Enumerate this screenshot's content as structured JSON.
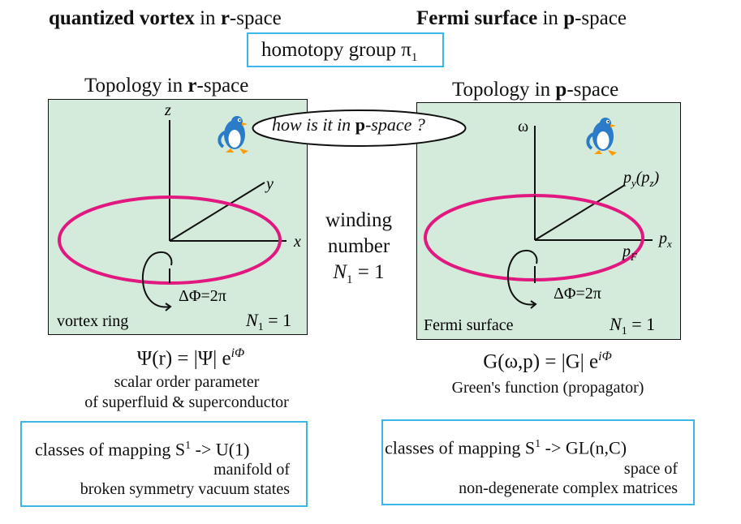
{
  "header": {
    "left_bold": "quantized vortex",
    "left_middle": " in  ",
    "left_r": "r",
    "left_suffix": "-space",
    "right_bold": "Fermi surface",
    "right_middle": " in ",
    "right_p": "p",
    "right_suffix": "-space"
  },
  "center": {
    "homotopy_text": "homotopy group π",
    "homotopy_subscript": "1",
    "question_part1": "how is it in ",
    "question_bold": "p",
    "question_part2": "-space ?",
    "winding": "winding",
    "number": "number",
    "n_symbol": "N",
    "n_subscript": "1",
    "n_value": " = 1"
  },
  "left_panel": {
    "heading_prefix": "Topology in ",
    "heading_bold": "r",
    "heading_suffix": "-space",
    "axis_z": "z",
    "axis_y": "y",
    "axis_x": "x",
    "delta_phi": "ΔΦ=2π",
    "label": "vortex ring",
    "n_symbol": "N",
    "n_subscript": "1",
    "n_value": " = 1",
    "formula": "Ψ(r) = |Ψ| e",
    "formula_exp": "iΦ",
    "desc_line1": "scalar order parameter",
    "desc_line2": "of superfluid & superconductor",
    "bottom_line1": "classes of mapping  S",
    "bottom_line1_sup": "1",
    "bottom_line1_tail": " -> U(1)",
    "bottom_line2": "manifold of",
    "bottom_line3": "broken symmetry vacuum states"
  },
  "right_panel": {
    "heading_prefix": "Topology in ",
    "heading_bold": "p",
    "heading_suffix": "-space",
    "axis_omega": "ω",
    "axis_py": "p",
    "axis_py_sub": "y",
    "axis_pz": "(p",
    "axis_pz_sub": "z",
    "axis_pz_close": ")",
    "axis_px": "p",
    "axis_px_sub": "x",
    "axis_pf": "p",
    "axis_pf_sub": "F",
    "delta_phi": "ΔΦ=2π",
    "label": "Fermi surface",
    "n_symbol": "N",
    "n_subscript": "1",
    "n_value": " = 1",
    "formula": "G(ω,p) = |G| e",
    "formula_exp": "iΦ",
    "desc_line1": "Green's function (propagator)",
    "bottom_line1": "classes of mapping  S",
    "bottom_line1_sup": "1",
    "bottom_line1_tail": " -> GL(n,C)",
    "bottom_line2": "space of",
    "bottom_line3": "non-degenerate complex matrices"
  },
  "colors": {
    "panel_fill": "#d4eadb",
    "ring": "#e0187f",
    "box_border": "#3bb6e8",
    "penguin": "#2b7cc8"
  },
  "icons": {
    "left_penguin": "penguin-icon",
    "right_penguin": "penguin-icon"
  }
}
